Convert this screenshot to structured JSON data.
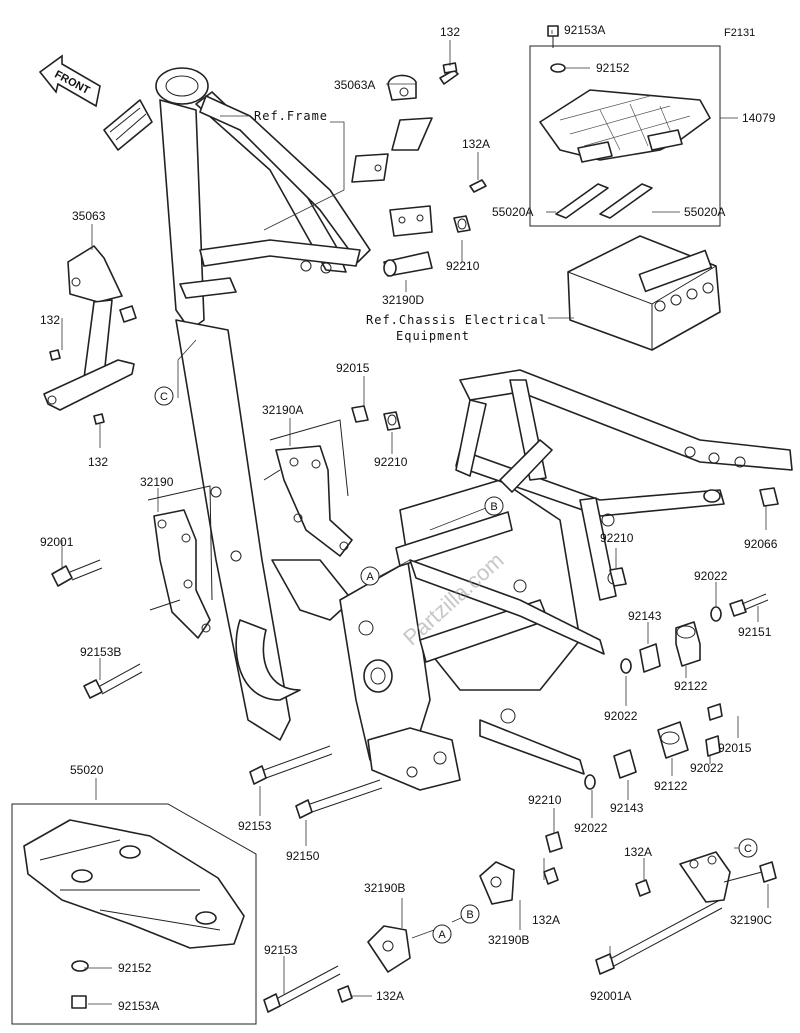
{
  "figure_code": "F2131",
  "front_label": "FRONT",
  "watermark": "Partzilla.com",
  "refs": {
    "frame": "Ref.Frame",
    "chassis_line1": "Ref.Chassis Electrical",
    "chassis_line2": "Equipment"
  },
  "parts": {
    "p132_top": "132",
    "p35063A": "35063A",
    "p92153A_top": "92153A",
    "p92152_top": "92152",
    "p14079": "14079",
    "p132A_top": "132A",
    "p55020A_left": "55020A",
    "p55020A_right": "55020A",
    "p35063": "35063",
    "p92210_a": "92210",
    "p32190D": "32190D",
    "p132_left": "132",
    "p132_low": "132",
    "p92015_a": "92015",
    "p32190A": "32190A",
    "p92210_b": "92210",
    "p32190": "32190",
    "p92001": "92001",
    "p92066": "92066",
    "p92210_c": "92210",
    "p92022_a": "92022",
    "p92151": "92151",
    "p92143_a": "92143",
    "p92153B": "92153B",
    "p92122_a": "92122",
    "p92022_b": "92022",
    "p92015_b": "92015",
    "p92122_b": "92122",
    "p92022_c": "92022",
    "p55020": "55020",
    "p92143_b": "92143",
    "p92153_a": "92153",
    "p92150": "92150",
    "p92022_d": "92022",
    "p92210_d": "92210",
    "p132A_mid": "132A",
    "p132A_right": "132A",
    "p32190B_a": "32190B",
    "p32190B_b": "32190B",
    "p32190C": "32190C",
    "p92153_b": "92153",
    "p132A_low": "132A",
    "p92152_low": "92152",
    "p92001A": "92001A",
    "p92153A_low": "92153A"
  },
  "markers": {
    "A": "A",
    "B": "B",
    "C": "C"
  }
}
